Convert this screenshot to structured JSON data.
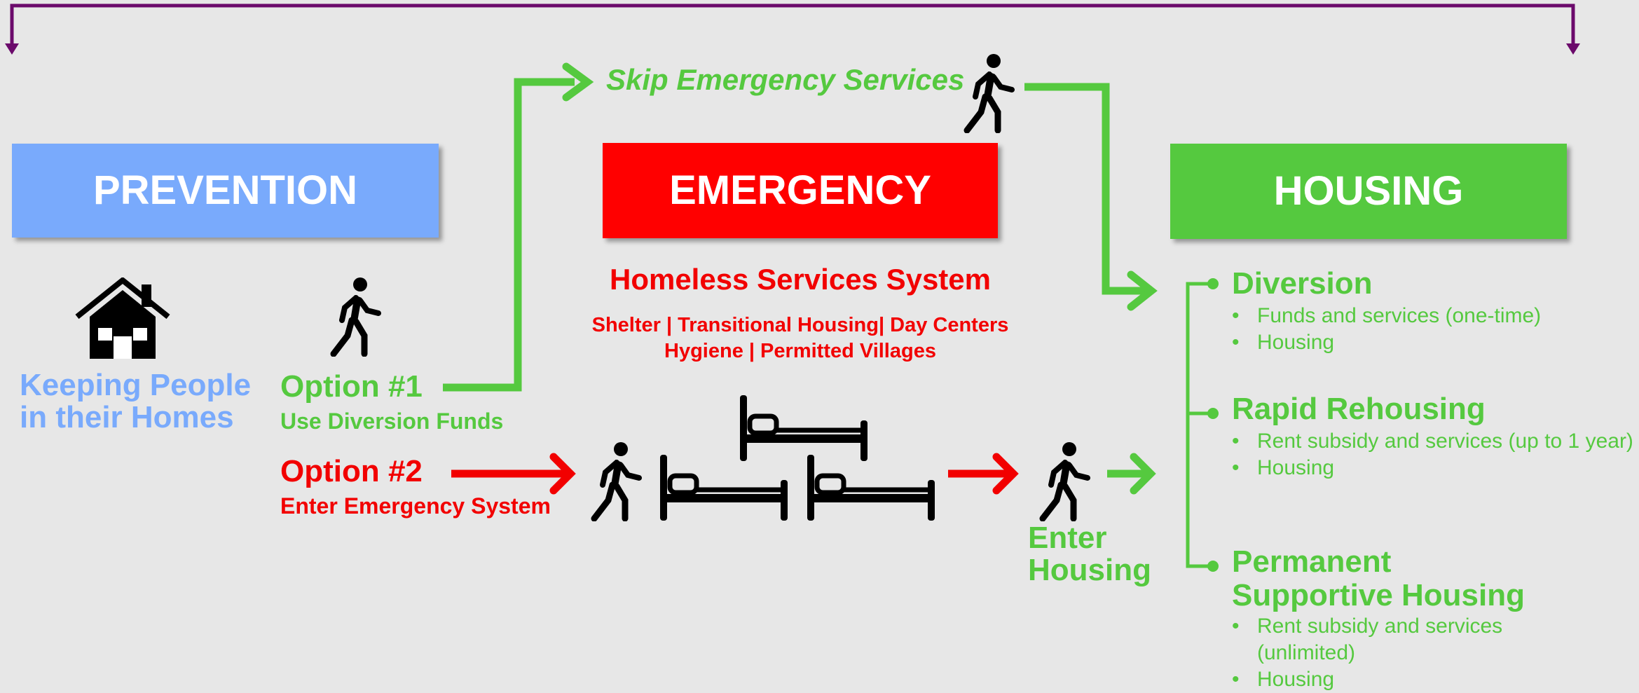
{
  "boxes": {
    "prevention": "PREVENTION",
    "emergency": "EMERGENCY",
    "housing": "HOUSING"
  },
  "skip_label": "Skip Emergency Services",
  "prevention": {
    "keeping_line1": "Keeping People",
    "keeping_line2": "in their Homes"
  },
  "options": {
    "option1_title": "Option #1",
    "option1_sub": "Use Diversion Funds",
    "option2_title": "Option #2",
    "option2_sub": "Enter Emergency System"
  },
  "emergency": {
    "system_title": "Homeless Services System",
    "services_line1": "Shelter | Transitional Housing| Day Centers",
    "services_line2": "Hygiene | Permitted Villages"
  },
  "enter_housing": {
    "line1": "Enter",
    "line2": "Housing"
  },
  "housing_options": [
    {
      "title": "Diversion",
      "bullets": [
        "Funds and services (one-time)",
        "Housing"
      ]
    },
    {
      "title": "Rapid Rehousing",
      "bullets": [
        "Rent subsidy and services (up to 1 year)",
        "Housing"
      ]
    },
    {
      "title_line1": "Permanent",
      "title_line2": "Supportive Housing",
      "bullets": [
        "Rent subsidy and services",
        "(unlimited)",
        "Housing"
      ]
    }
  ],
  "bullet_char": "•",
  "colors": {
    "prevention": "#79aafc",
    "emergency": "#ff0000",
    "housing": "#55c93f",
    "loop": "#6b0a6b",
    "text_red": "#f20000",
    "icon": "#000000"
  },
  "icons": [
    "house-icon",
    "walking-person-icon",
    "bed-icon"
  ]
}
